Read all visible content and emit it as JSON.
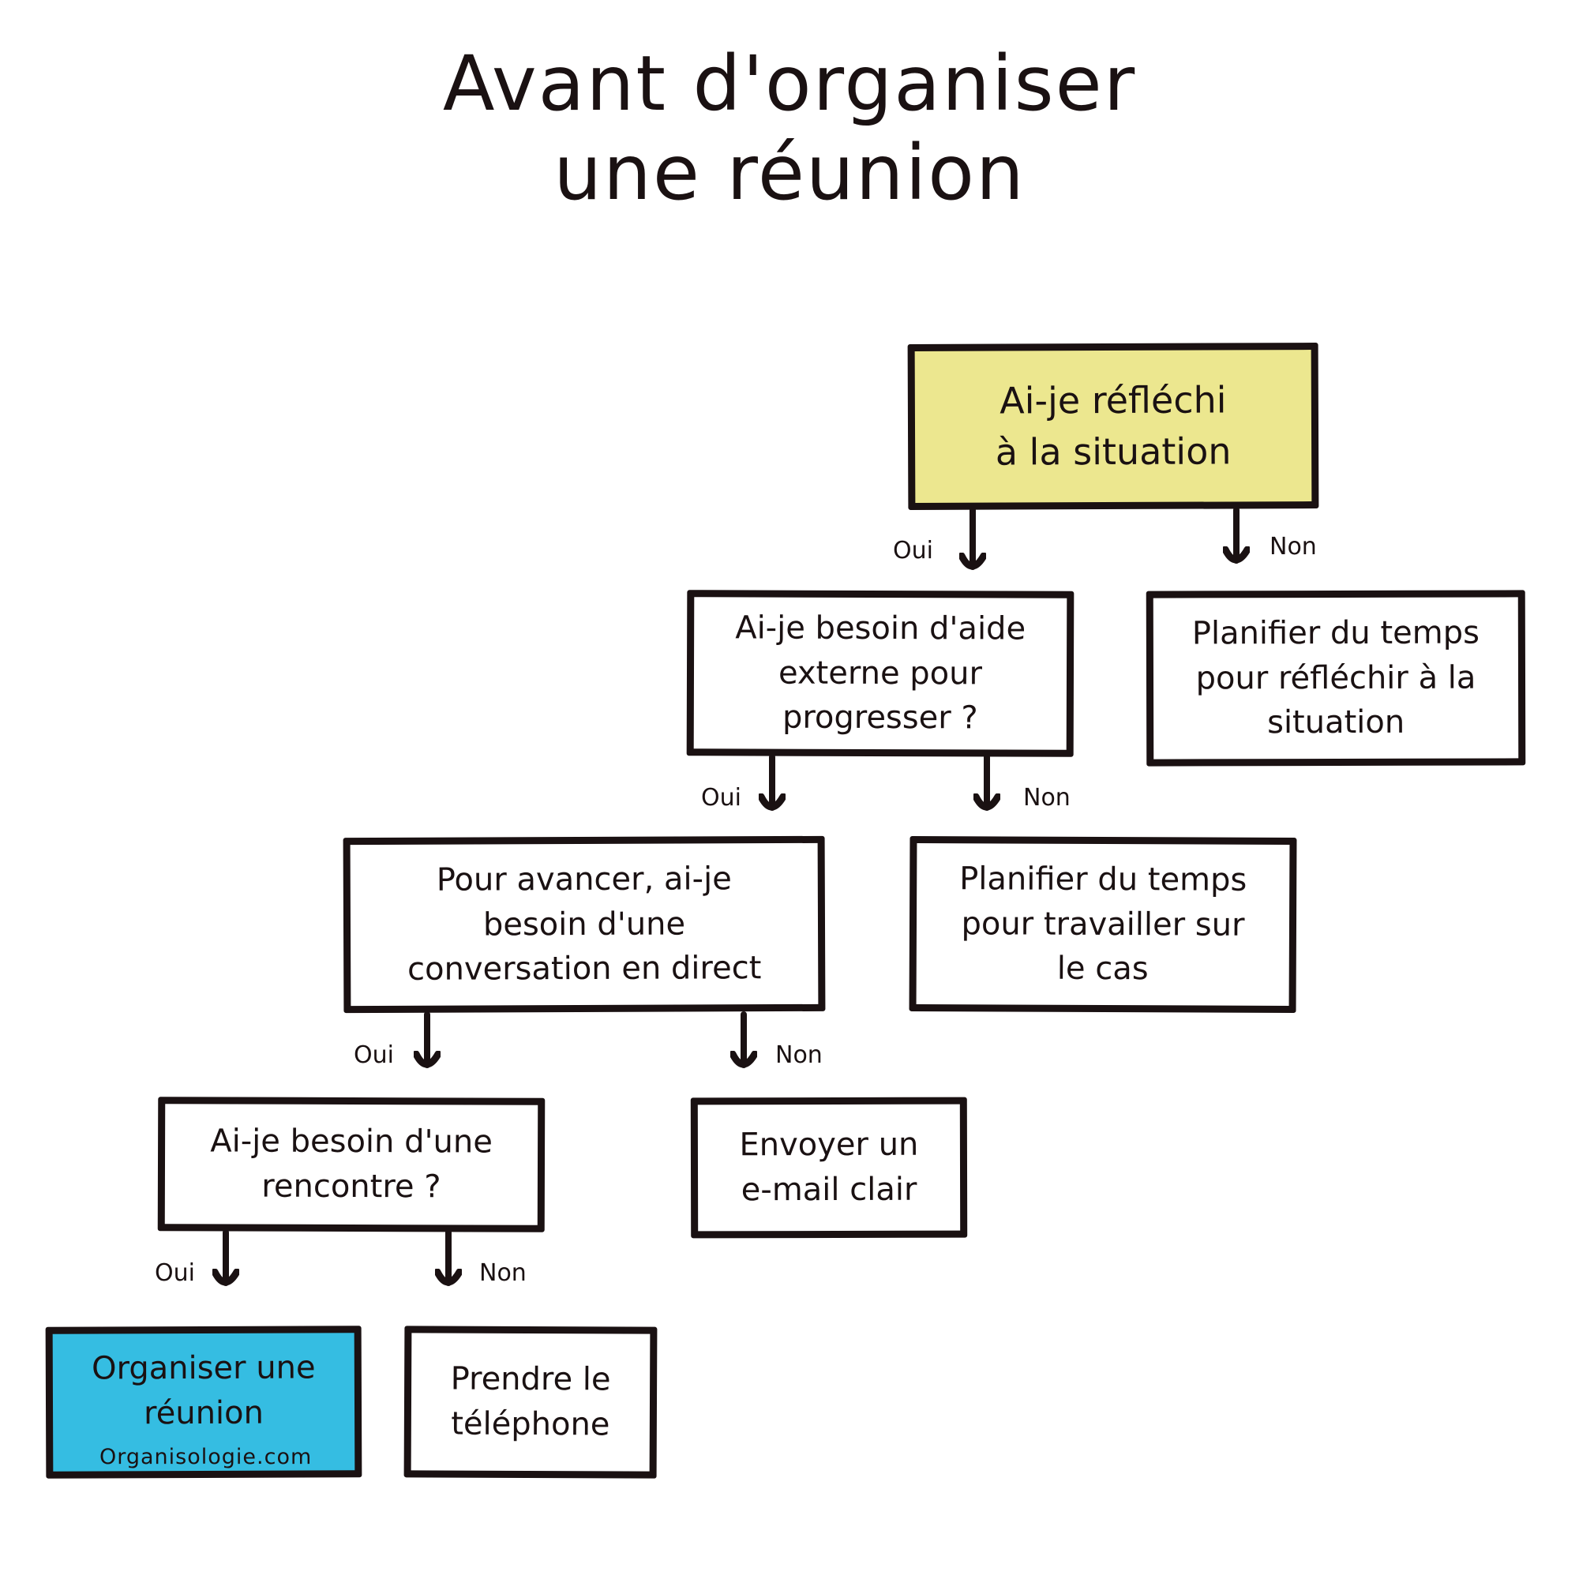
{
  "title": {
    "line1": "Avant d'organiser",
    "line2": "une réunion"
  },
  "colors": {
    "ink": "#1a1112",
    "background": "#ffffff",
    "yellow_node": "#ece78f",
    "blue_node": "#35bde2"
  },
  "watermark": "Organisologie.com",
  "nodes": {
    "start": "Ai-je réfléchi\nà la situation",
    "aide_externe": "Ai-je besoin d'aide\nexterne pour\nprogresser ?",
    "planifier_reflechir": "Planifier du temps\npour réfléchir à la\nsituation",
    "conversation_directe": "Pour avancer, ai-je\nbesoin d'une\nconversation en direct",
    "planifier_travailler": "Planifier du temps\npour travailler sur\nle cas",
    "rencontre": "Ai-je besoin d'une\nrencontre ?",
    "email": "Envoyer un\ne-mail clair",
    "organiser_reunion": "Organiser une\nréunion",
    "telephone": "Prendre le\ntéléphone"
  },
  "edge_labels": {
    "start_oui": "Oui",
    "start_non": "Non",
    "aide_oui": "Oui",
    "aide_non": "Non",
    "conversation_oui": "Oui",
    "conversation_non": "Non",
    "rencontre_oui": "Oui",
    "rencontre_non": "Non"
  },
  "chart_data": {
    "type": "diagram",
    "diagram_kind": "decision-flowchart",
    "title": "Avant d'organiser une réunion",
    "nodes": [
      {
        "id": "start",
        "label": "Ai-je réfléchi à la situation",
        "shape": "rect",
        "fill": "#ece78f",
        "kind": "decision"
      },
      {
        "id": "aide_externe",
        "label": "Ai-je besoin d'aide externe pour progresser ?",
        "shape": "rect",
        "fill": "#ffffff",
        "kind": "decision"
      },
      {
        "id": "planifier_reflechir",
        "label": "Planifier du temps pour réfléchir à la situation",
        "shape": "rect",
        "fill": "#ffffff",
        "kind": "action"
      },
      {
        "id": "conversation_directe",
        "label": "Pour avancer, ai-je besoin d'une conversation en direct",
        "shape": "rect",
        "fill": "#ffffff",
        "kind": "decision"
      },
      {
        "id": "planifier_travailler",
        "label": "Planifier du temps pour travailler sur le cas",
        "shape": "rect",
        "fill": "#ffffff",
        "kind": "action"
      },
      {
        "id": "rencontre",
        "label": "Ai-je besoin d'une rencontre ?",
        "shape": "rect",
        "fill": "#ffffff",
        "kind": "decision"
      },
      {
        "id": "email",
        "label": "Envoyer un e-mail clair",
        "shape": "rect",
        "fill": "#ffffff",
        "kind": "action"
      },
      {
        "id": "organiser_reunion",
        "label": "Organiser une réunion",
        "shape": "rect",
        "fill": "#35bde2",
        "kind": "outcome"
      },
      {
        "id": "telephone",
        "label": "Prendre le téléphone",
        "shape": "rect",
        "fill": "#ffffff",
        "kind": "action"
      }
    ],
    "edges": [
      {
        "from": "start",
        "to": "aide_externe",
        "label": "Oui"
      },
      {
        "from": "start",
        "to": "planifier_reflechir",
        "label": "Non"
      },
      {
        "from": "aide_externe",
        "to": "conversation_directe",
        "label": "Oui"
      },
      {
        "from": "aide_externe",
        "to": "planifier_travailler",
        "label": "Non"
      },
      {
        "from": "conversation_directe",
        "to": "rencontre",
        "label": "Oui"
      },
      {
        "from": "conversation_directe",
        "to": "email",
        "label": "Non"
      },
      {
        "from": "rencontre",
        "to": "organiser_reunion",
        "label": "Oui"
      },
      {
        "from": "rencontre",
        "to": "telephone",
        "label": "Non"
      }
    ]
  }
}
